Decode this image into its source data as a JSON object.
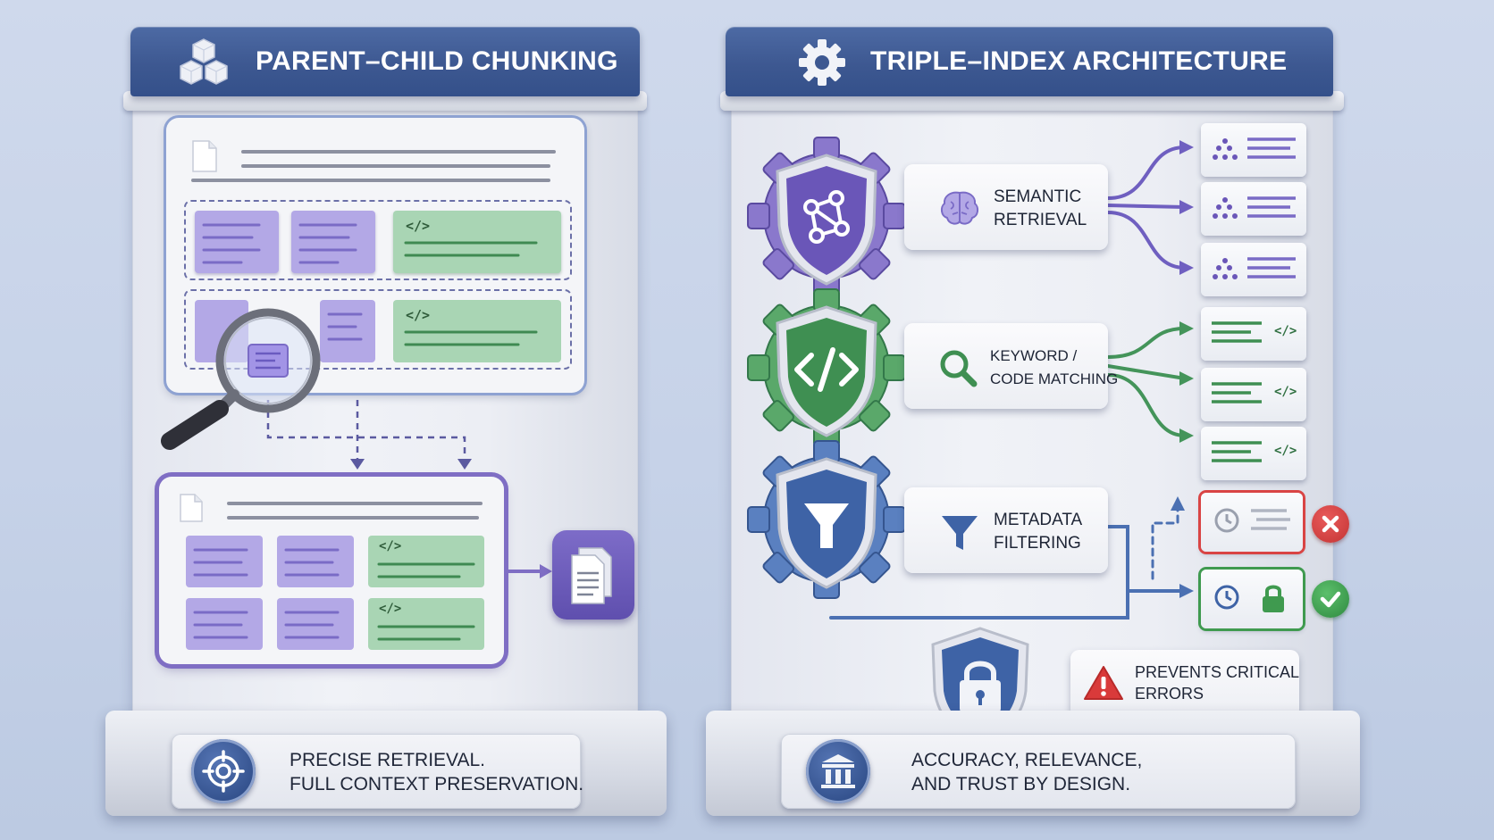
{
  "left_panel": {
    "title": "PARENT–CHILD CHUNKING",
    "header_icon": "cubes-icon",
    "caption_line1": "PRECISE RETRIEVAL.",
    "caption_line2": "FULL CONTEXT PRESERVATION.",
    "caption_icon": "target-icon",
    "code_glyph": "</>",
    "colors": {
      "purple": "#a99be0",
      "green": "#a9d5b4",
      "header": "#3d5891"
    }
  },
  "right_panel": {
    "title": "TRIPLE–INDEX ARCHITECTURE",
    "header_icon": "gear-icon",
    "indexes": [
      {
        "line1": "SEMANTIC",
        "line2": "RETRIEVAL",
        "icon": "brain-icon",
        "shield_icon": "network-icon",
        "color": "#7a67bf"
      },
      {
        "line1": "KEYWORD /",
        "line2": "CODE MATCHING",
        "icon": "magnifier-icon",
        "shield_icon": "code-icon",
        "color": "#4a9a5a"
      },
      {
        "line1": "METADATA",
        "line2": "FILTERING",
        "icon": "funnel-icon",
        "shield_icon": "funnel-icon",
        "color": "#4b70b2"
      }
    ],
    "result_code_glyph": "</>",
    "warning_line1": "PREVENTS CRITICAL",
    "warning_line2": "ERRORS",
    "caption_line1": "ACCURACY, RELEVANCE,",
    "caption_line2": "AND TRUST BY DESIGN.",
    "caption_icon": "pillar-icon",
    "colors": {
      "reject": "#d94444",
      "accept": "#3f9a4f"
    }
  }
}
